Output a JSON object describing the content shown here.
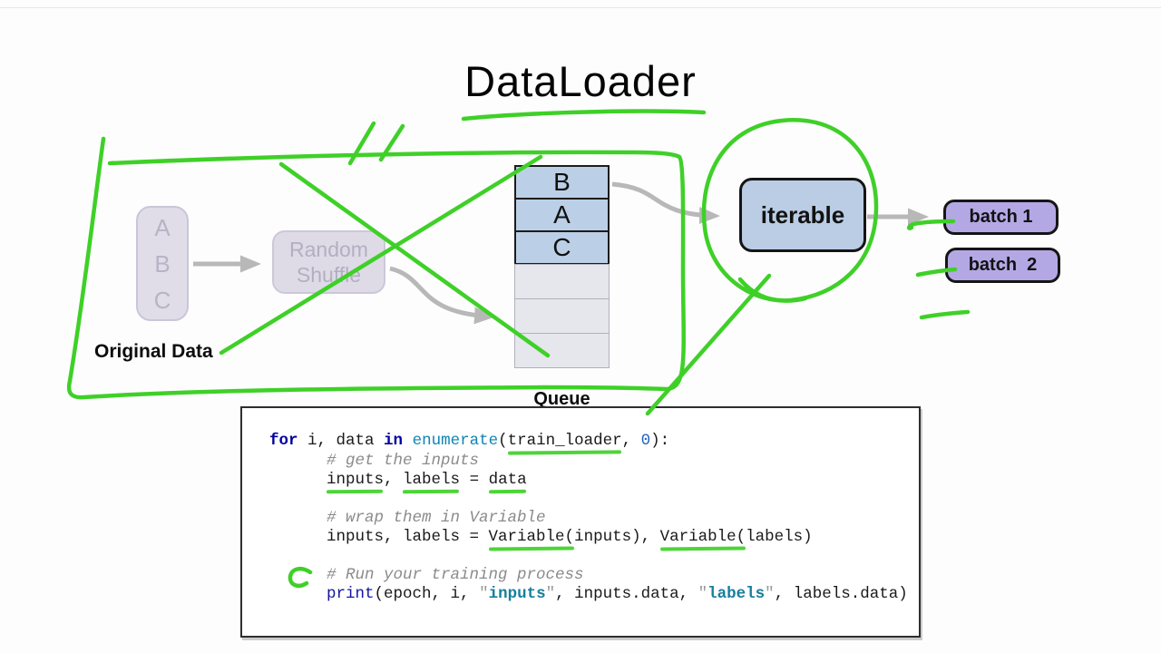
{
  "title": "DataLoader",
  "diagram": {
    "original_data": {
      "letters": [
        "A",
        "B",
        "C"
      ],
      "label": "Original Data"
    },
    "random_shuffle": {
      "line1": "Random",
      "line2": "Shuffle"
    },
    "queue": {
      "cells": [
        "B",
        "A",
        "C"
      ],
      "empty_cell_count": 3,
      "label": "Queue"
    },
    "iterable": {
      "label": "iterable"
    },
    "batches": [
      {
        "label": "batch 1"
      },
      {
        "label": "batch  2"
      }
    ]
  },
  "code": {
    "lines": [
      [
        {
          "t": "for",
          "c": "kw"
        },
        {
          "t": " i, data ",
          "c": "pl"
        },
        {
          "t": "in",
          "c": "kw"
        },
        {
          "t": " ",
          "c": "pl"
        },
        {
          "t": "enumerate",
          "c": "bi"
        },
        {
          "t": "(",
          "c": "pl"
        },
        {
          "t": "train_loader",
          "c": "pl",
          "m": true
        },
        {
          "t": ", ",
          "c": "pl"
        },
        {
          "t": "0",
          "c": "num"
        },
        {
          "t": "):",
          "c": "pl"
        }
      ],
      [
        {
          "t": "      # get the inputs",
          "c": "cm"
        }
      ],
      [
        {
          "t": "      ",
          "c": "pl"
        },
        {
          "t": "inputs",
          "c": "pl",
          "m": true
        },
        {
          "t": ", ",
          "c": "pl"
        },
        {
          "t": "labels",
          "c": "pl",
          "m": true
        },
        {
          "t": " = ",
          "c": "pl"
        },
        {
          "t": "data",
          "c": "pl",
          "m": true
        }
      ],
      [],
      [
        {
          "t": "      # wrap them in Variable",
          "c": "cm"
        }
      ],
      [
        {
          "t": "      inputs, labels = ",
          "c": "pl"
        },
        {
          "t": "Variable(",
          "c": "pl",
          "m": true
        },
        {
          "t": "inputs), ",
          "c": "pl"
        },
        {
          "t": "Variable(",
          "c": "pl",
          "m": true
        },
        {
          "t": "labels)",
          "c": "pl"
        }
      ],
      [],
      [
        {
          "t": "      # Run your training process",
          "c": "cm"
        }
      ],
      [
        {
          "t": "      ",
          "c": "pl"
        },
        {
          "t": "print",
          "c": "fn"
        },
        {
          "t": "(epoch, i, ",
          "c": "pl"
        },
        {
          "t": "\"",
          "c": "q"
        },
        {
          "t": "inputs",
          "c": "str"
        },
        {
          "t": "\"",
          "c": "q"
        },
        {
          "t": ", inputs.data, ",
          "c": "pl"
        },
        {
          "t": "\"",
          "c": "q"
        },
        {
          "t": "labels",
          "c": "str"
        },
        {
          "t": "\"",
          "c": "q"
        },
        {
          "t": ", labels.data)",
          "c": "pl"
        }
      ]
    ]
  },
  "colors": {
    "annotation_green": "#3fd028",
    "arrow_gray": "#b8b8b8",
    "queue_blue": "#bbd0e6",
    "iterable_blue": "#bacde4",
    "batch_purple": "#b4a8e4",
    "faded_lavender": "#e0dde9"
  }
}
